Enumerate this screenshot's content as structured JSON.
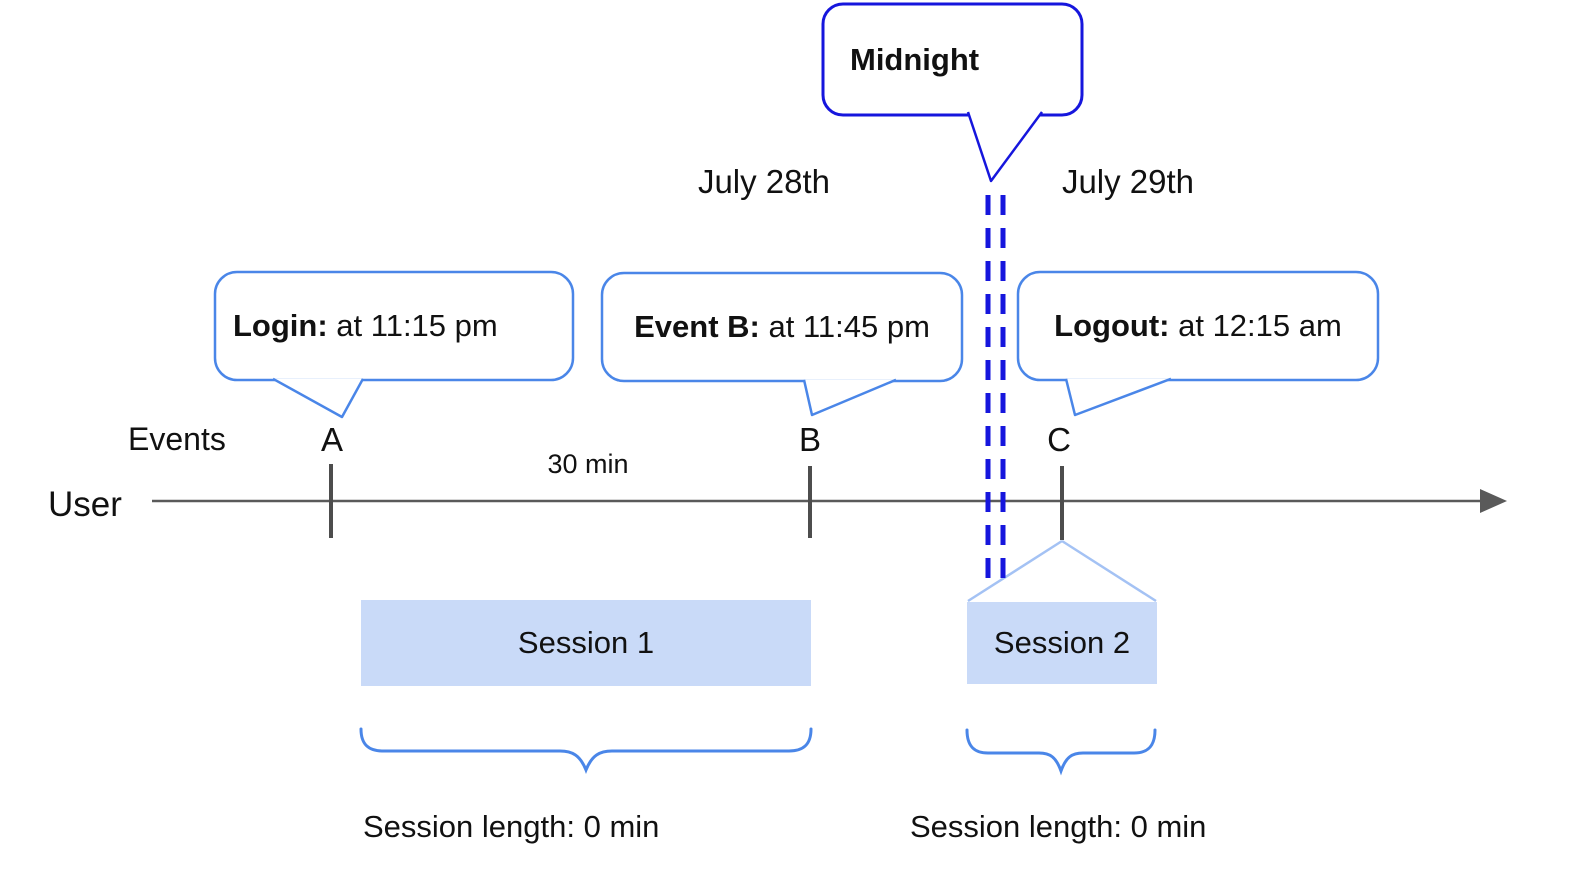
{
  "title": "User session timeline diagram",
  "colors": {
    "dark_blue": "#1616dd",
    "cornflower_blue": "#4a86e8",
    "pale_blue": "#a4c2f4",
    "session_fill": "#c9daf8",
    "axis_gray": "#5a5a5a",
    "text_black": "#111111"
  },
  "callouts": {
    "midnight": {
      "label": "Midnight"
    },
    "login": {
      "bold": "Login:",
      "rest": " at 11:15 pm"
    },
    "event_b": {
      "bold": "Event B:",
      "rest": " at 11:45 pm"
    },
    "logout": {
      "bold": "Logout:",
      "rest": " at 12:15 am"
    }
  },
  "dates": {
    "left": "July 28th",
    "right": "July 29th"
  },
  "timeline": {
    "axis_label": "User",
    "events_label": "Events",
    "event_markers": [
      "A",
      "B",
      "C"
    ],
    "interval_label": "30 min"
  },
  "sessions": [
    {
      "name": "Session 1",
      "length_label": "Session length: 0 min"
    },
    {
      "name": "Session 2",
      "length_label": "Session length: 0 min"
    }
  ]
}
